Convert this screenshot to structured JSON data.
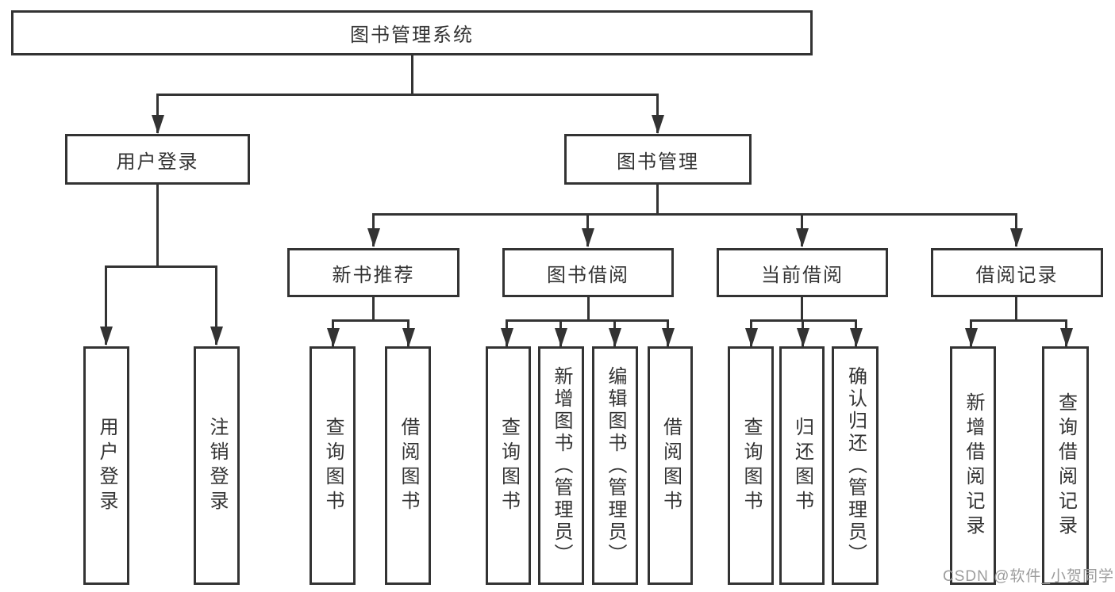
{
  "diagram": {
    "line_color": "#333333",
    "box_border_color": "#333333",
    "text_color": "#333333",
    "background_color": "#ffffff",
    "nodes": {
      "root": {
        "label": "图书管理系统"
      },
      "user_login": {
        "label": "用户登录"
      },
      "book_mgmt": {
        "label": "图书管理"
      },
      "new_book_rec": {
        "label": "新书推荐"
      },
      "book_borrow": {
        "label": "图书借阅"
      },
      "current_borrow": {
        "label": "当前借阅"
      },
      "borrow_record": {
        "label": "借阅记录"
      },
      "leaf_user_login": {
        "label": "用户登录"
      },
      "leaf_logout": {
        "label": "注销登录"
      },
      "leaf_query_book_new": {
        "label": "查询图书"
      },
      "leaf_borrow_book_new": {
        "label": "借阅图书"
      },
      "leaf_query_book_borrow": {
        "label": "查询图书"
      },
      "leaf_add_book": {
        "label": "新增图书（管理员）"
      },
      "leaf_edit_book": {
        "label": "编辑图书（管理员）"
      },
      "leaf_borrow_book_borrow": {
        "label": "借阅图书"
      },
      "leaf_query_book_current": {
        "label": "查询图书"
      },
      "leaf_return_book": {
        "label": "归还图书"
      },
      "leaf_confirm_return": {
        "label": "确认归还（管理员）"
      },
      "leaf_add_record": {
        "label": "新增借阅记录"
      },
      "leaf_query_record": {
        "label": "查询借阅记录"
      }
    },
    "edges": [
      {
        "from": "root",
        "to": "user_login"
      },
      {
        "from": "root",
        "to": "book_mgmt"
      },
      {
        "from": "user_login",
        "to": "leaf_user_login"
      },
      {
        "from": "user_login",
        "to": "leaf_logout"
      },
      {
        "from": "book_mgmt",
        "to": "new_book_rec"
      },
      {
        "from": "book_mgmt",
        "to": "book_borrow"
      },
      {
        "from": "book_mgmt",
        "to": "current_borrow"
      },
      {
        "from": "book_mgmt",
        "to": "borrow_record"
      },
      {
        "from": "new_book_rec",
        "to": "leaf_query_book_new"
      },
      {
        "from": "new_book_rec",
        "to": "leaf_borrow_book_new"
      },
      {
        "from": "book_borrow",
        "to": "leaf_query_book_borrow"
      },
      {
        "from": "book_borrow",
        "to": "leaf_add_book"
      },
      {
        "from": "book_borrow",
        "to": "leaf_edit_book"
      },
      {
        "from": "book_borrow",
        "to": "leaf_borrow_book_borrow"
      },
      {
        "from": "current_borrow",
        "to": "leaf_query_book_current"
      },
      {
        "from": "current_borrow",
        "to": "leaf_return_book"
      },
      {
        "from": "current_borrow",
        "to": "leaf_confirm_return"
      },
      {
        "from": "borrow_record",
        "to": "leaf_add_record"
      },
      {
        "from": "borrow_record",
        "to": "leaf_query_record"
      }
    ],
    "watermark": "CSDN @软件_小贺同学"
  }
}
